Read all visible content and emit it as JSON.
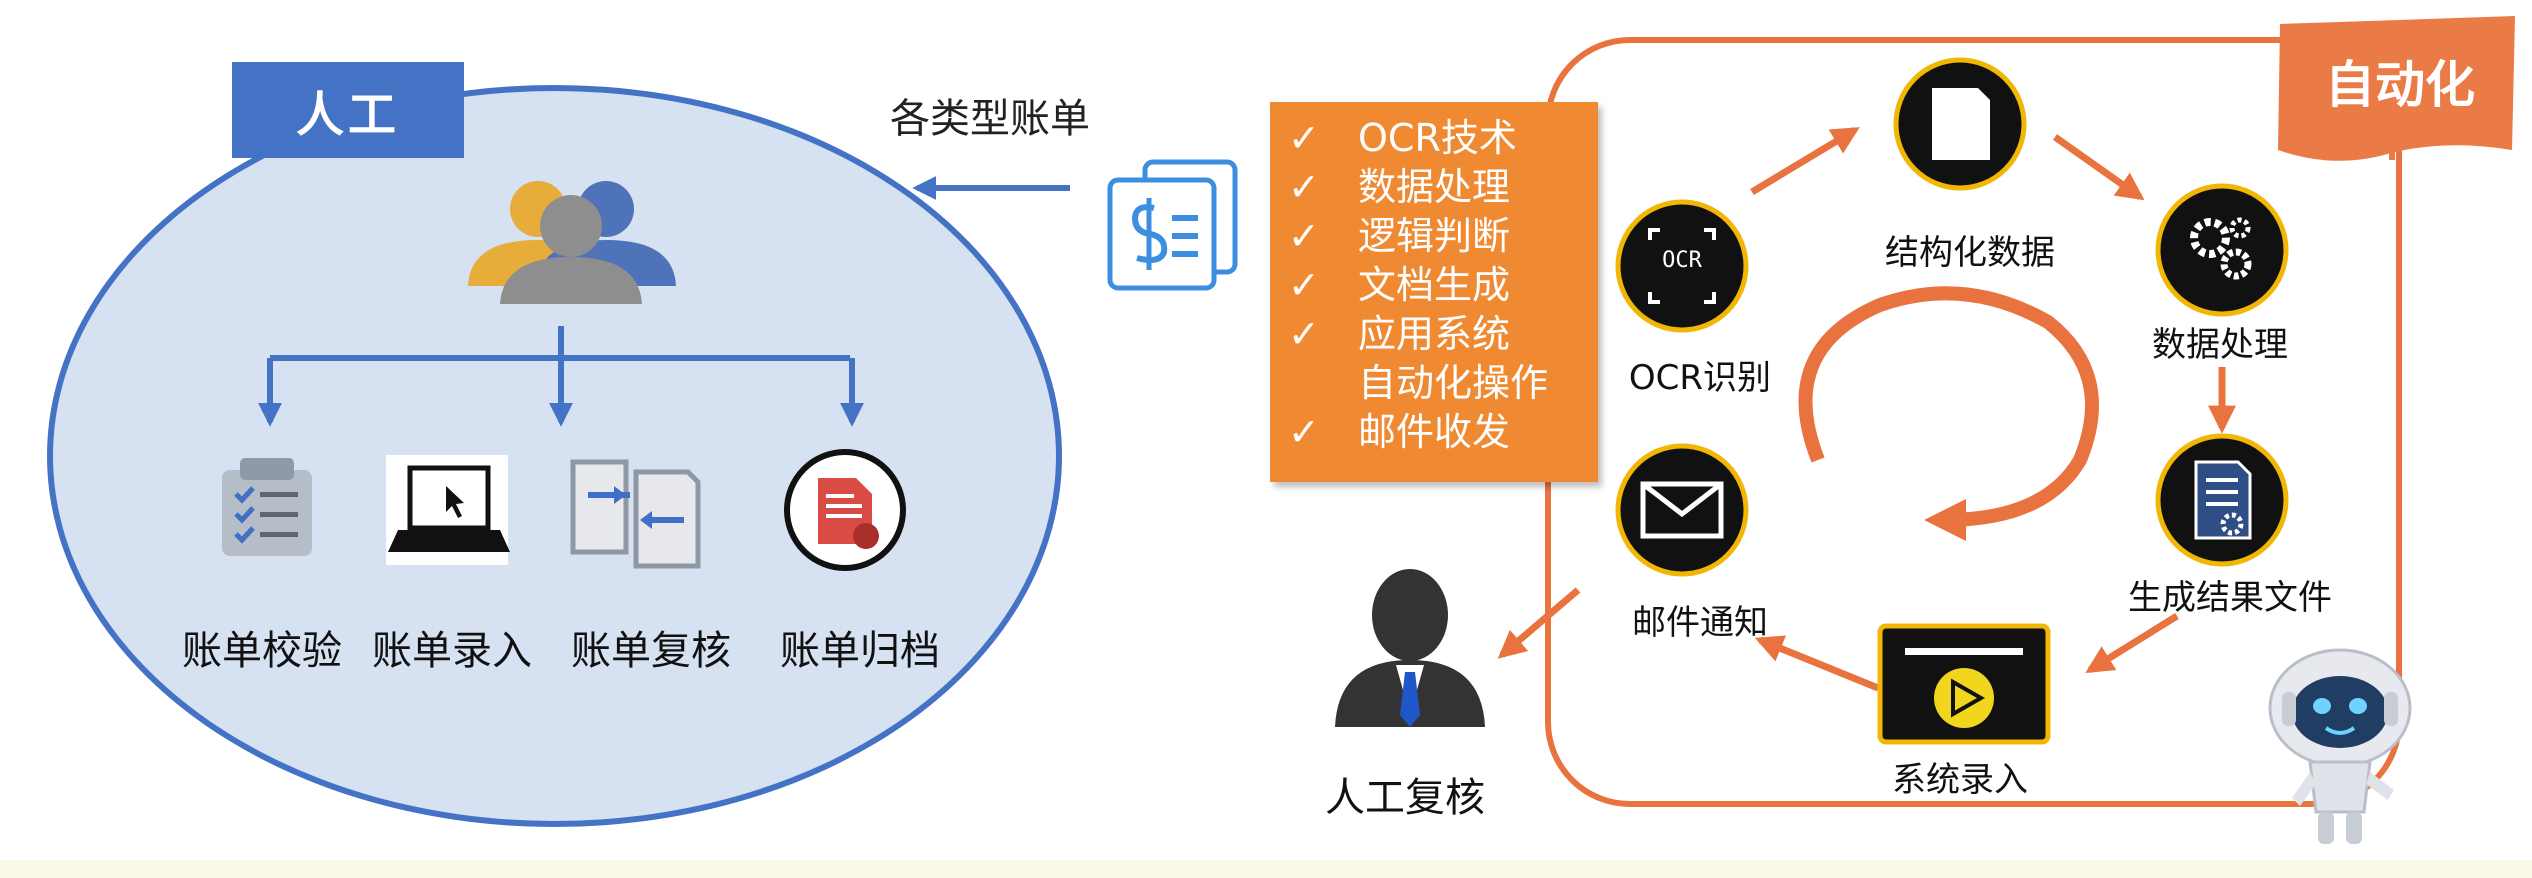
{
  "manual": {
    "title": "人工",
    "tasks": [
      "账单校验",
      "账单录入",
      "账单复核",
      "账单归档"
    ],
    "incoming_label": "各类型账单"
  },
  "automation": {
    "title": "自动化",
    "capabilities": [
      "OCR技术",
      "数据处理",
      "逻辑判断",
      "文档生成",
      "应用系统",
      "自动化操作",
      "邮件收发"
    ],
    "check_mark": "✓",
    "nodes": {
      "ocr": "OCR识别",
      "structured_data": "结构化数据",
      "data_processing": "数据处理",
      "generate_file": "生成结果文件",
      "system_entry": "系统录入",
      "email_notify": "邮件通知"
    },
    "ocr_icon_text": "OCR",
    "manual_review": "人工复核"
  },
  "colors": {
    "manual_blue": "#4472c4",
    "manual_fill": "#d6e1f2",
    "accent_orange": "#e8733f",
    "checklist_orange": "#f08a32",
    "node_ring_gold": "#f2b705"
  }
}
